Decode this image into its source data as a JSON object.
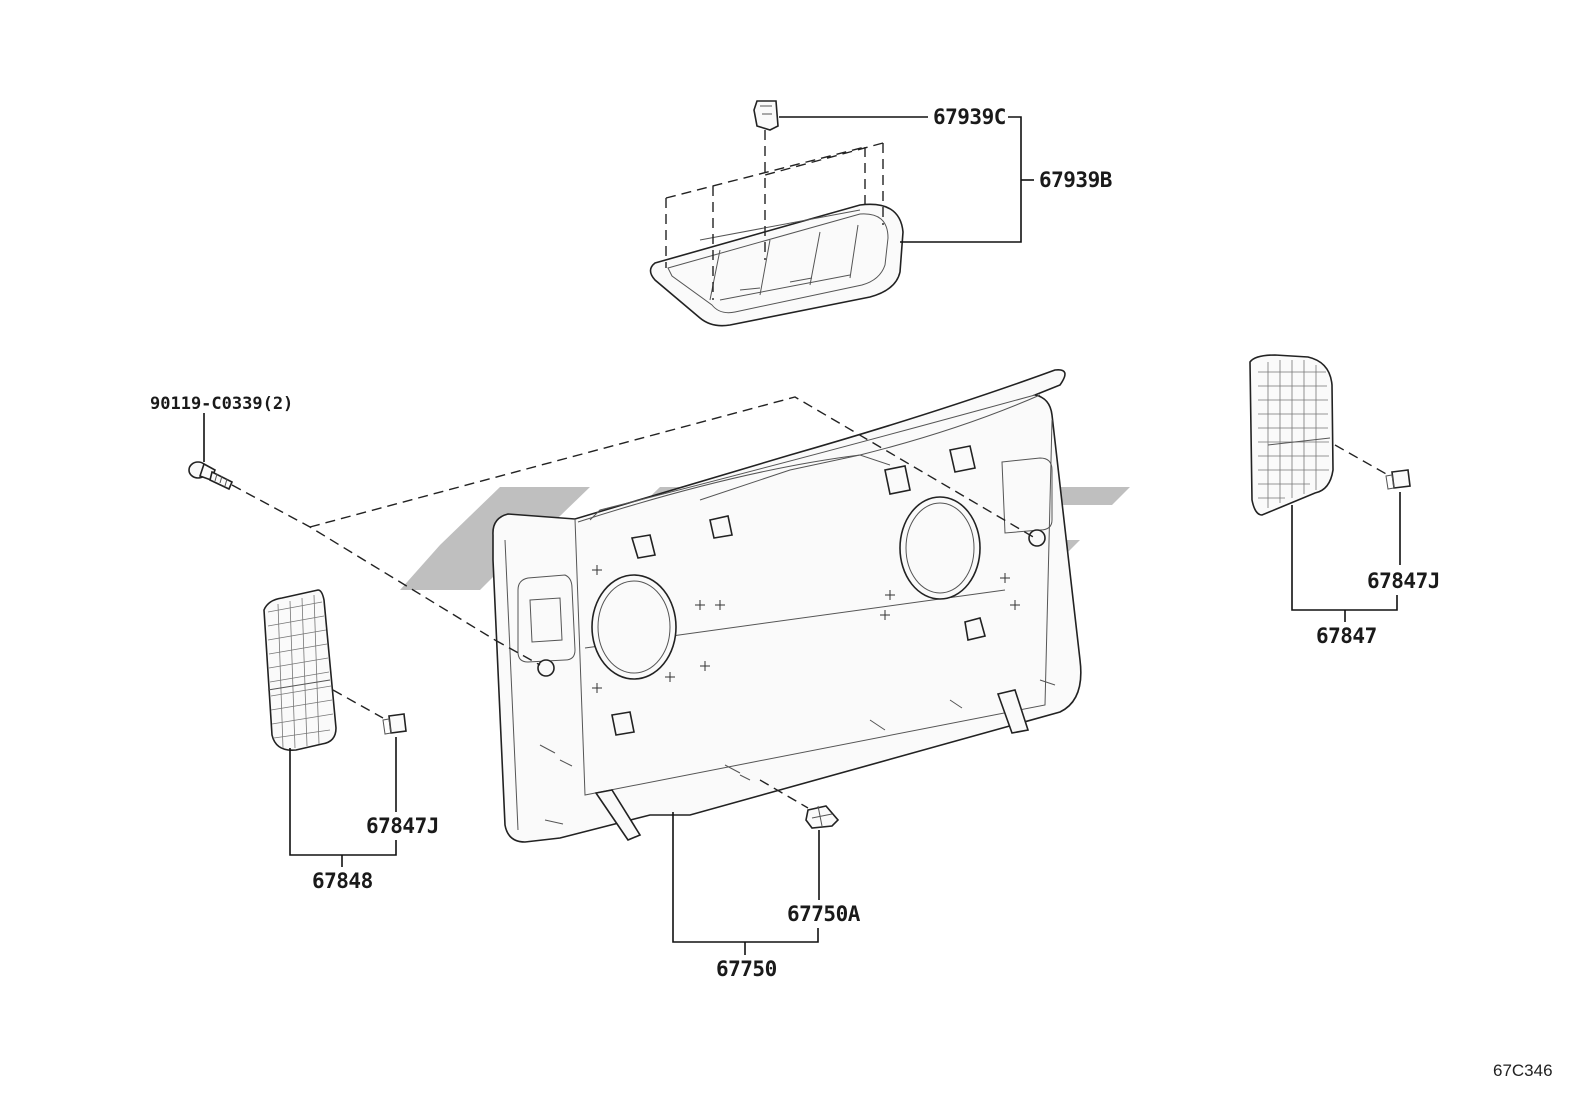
{
  "parts": {
    "p67939C": "67939C",
    "p67939B": "67939B",
    "p90119": "90119-C0339(2)",
    "p67847J_right": "67847J",
    "p67847": "67847",
    "p67847J_left": "67847J",
    "p67848": "67848",
    "p67750A": "67750A",
    "p67750": "67750"
  },
  "diagram_code": "67C346",
  "colors": {
    "line": "#111111",
    "watermark": "#8a8a8a"
  }
}
